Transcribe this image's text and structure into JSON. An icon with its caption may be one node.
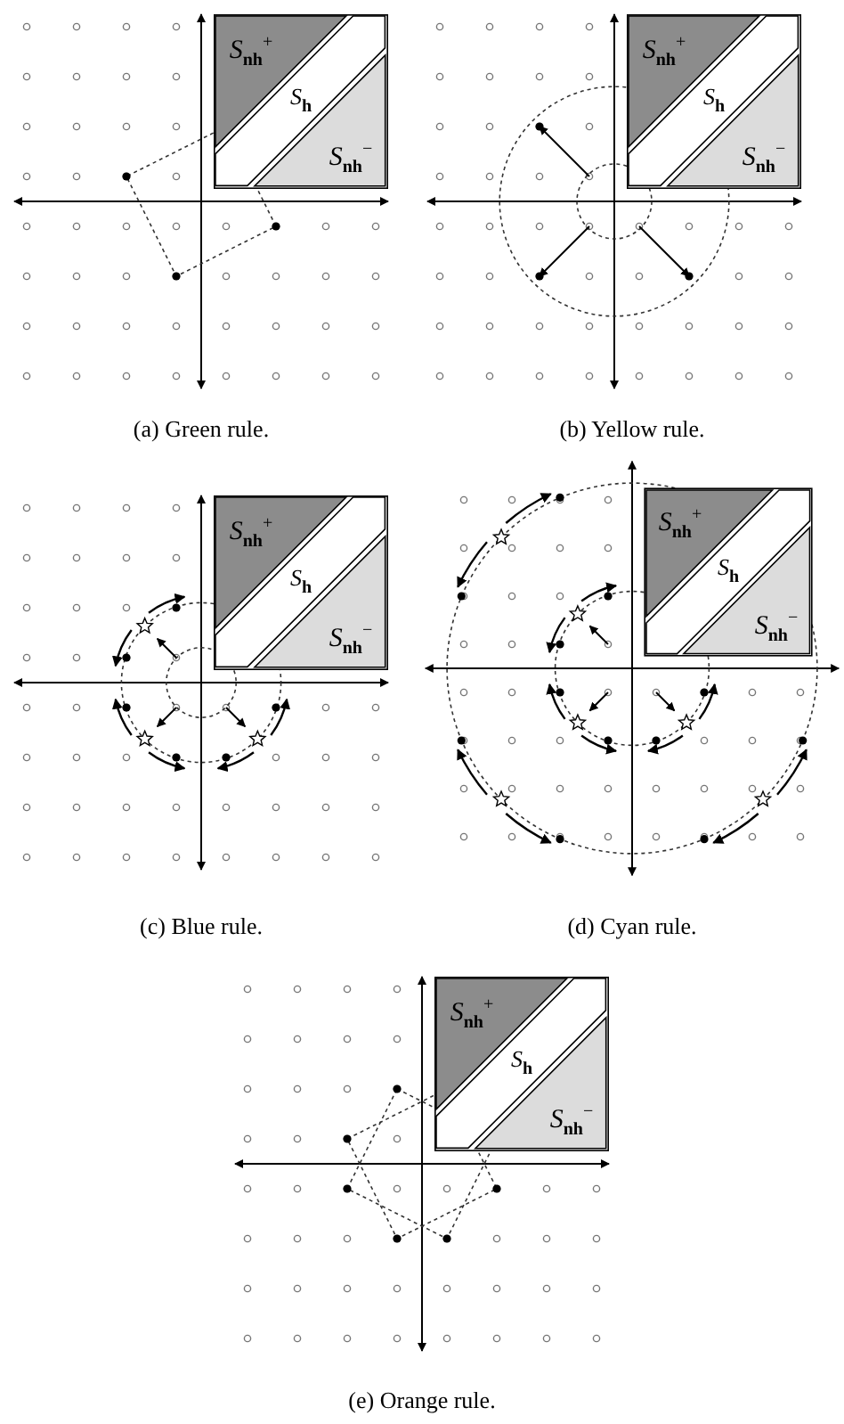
{
  "diagram": {
    "nodes": [
      {
        "text": [
          "*S*$_{nh}$$^{+}$"
        ]
      },
      {
        "text": [
          "*S*$_{h}$"
        ]
      },
      {
        "text": [
          "*S*$_{nh}$$^{−}$"
        ]
      },
      {
        "text": [
          "*S*$_{nh}$$^{+}$"
        ]
      },
      {
        "text": [
          "*S*$_{h}$"
        ]
      },
      {
        "text": [
          "*S*$_{nh}$$^{−}$"
        ]
      },
      {
        "text": [
          "*S*$_{nh}$$^{+}$"
        ]
      },
      {
        "text": [
          "*S*$_{h}$"
        ]
      },
      {
        "text": [
          "*S*$_{nh}$$^{−}$"
        ]
      },
      {
        "text": [
          "*S*$_{nh}$$^{+}$"
        ]
      },
      {
        "text": [
          "*S*$_{h}$"
        ]
      },
      {
        "text": [
          "*S*$_{nh}$$^{−}$"
        ]
      },
      {
        "text": [
          "*S*$_{nh}$$^{+}$"
        ]
      },
      {
        "text": [
          "*S*$_{h}$"
        ]
      },
      {
        "text": [
          "*S*$_{nh}$$^{−}$"
        ]
      }
    ],
    "labels": [
      "(a) Green rule.",
      "(b) Yellow rule.",
      "(c) Blue rule.",
      "(d) Cyan rule.",
      "(e) Orange rule."
    ]
  }
}
